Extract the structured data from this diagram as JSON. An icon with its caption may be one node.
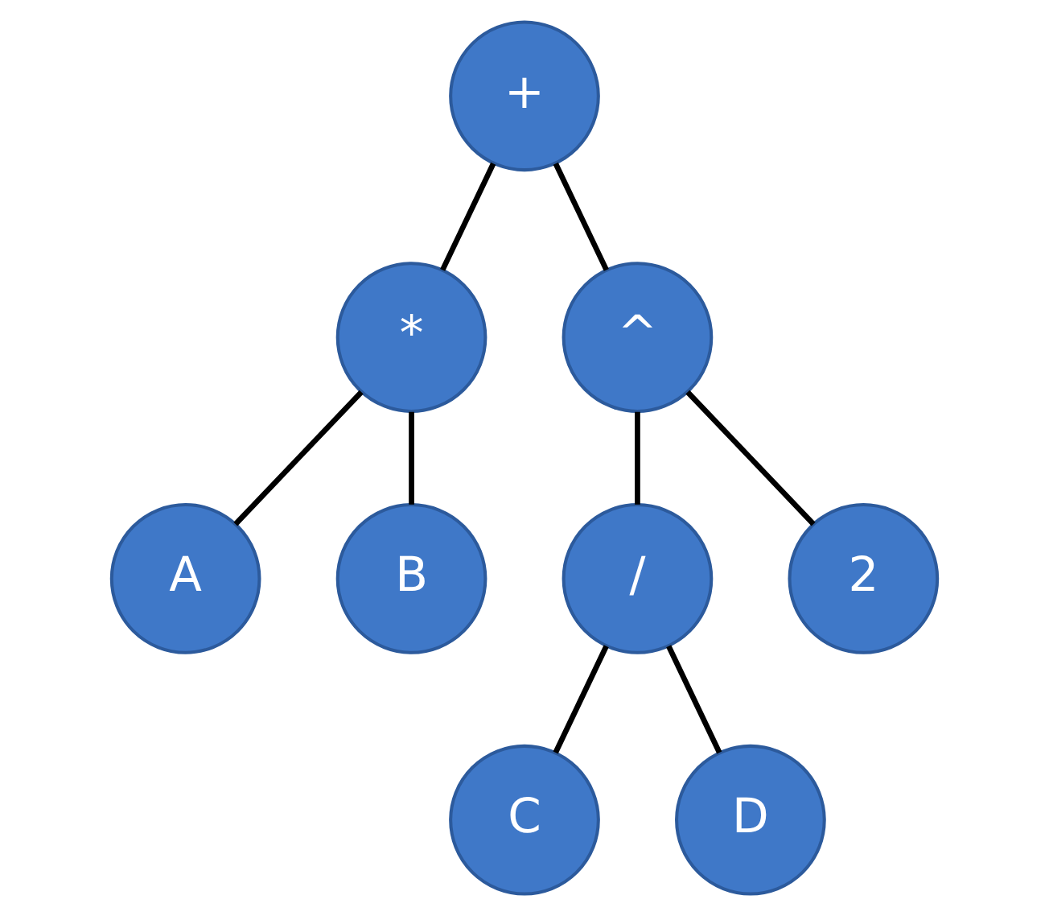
{
  "diagram": {
    "nodes": [
      {
        "text": [
          "+"
        ]
      },
      {
        "text": [
          "*"
        ]
      },
      {
        "text": [
          "^"
        ]
      },
      {
        "text": [
          "A"
        ]
      },
      {
        "text": [
          "B"
        ]
      },
      {
        "text": [
          "/"
        ]
      },
      {
        "text": [
          "2"
        ]
      },
      {
        "text": [
          "C"
        ]
      },
      {
        "text": [
          "D"
        ]
      }
    ],
    "edges": [
      {
        "from": 0,
        "to": 1,
        "arrow": "none"
      },
      {
        "from": 0,
        "to": 2,
        "arrow": "none"
      },
      {
        "from": 1,
        "to": 3,
        "arrow": "none"
      },
      {
        "from": 1,
        "to": 4,
        "arrow": "none"
      },
      {
        "from": 2,
        "to": 5,
        "arrow": "none"
      },
      {
        "from": 2,
        "to": 6,
        "arrow": "none"
      },
      {
        "from": 5,
        "to": 7,
        "arrow": "none"
      },
      {
        "from": 5,
        "to": 8,
        "arrow": "none"
      }
    ]
  }
}
